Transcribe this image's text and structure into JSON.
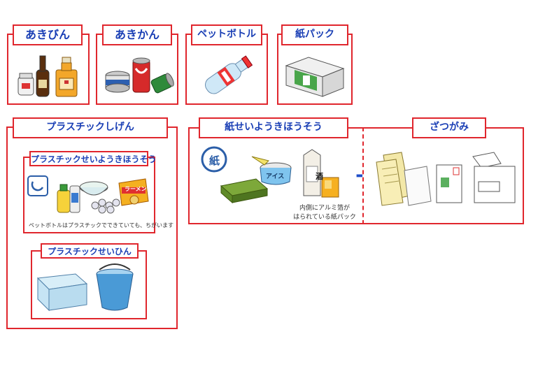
{
  "categories": {
    "aki_bin": {
      "label": "あきびん"
    },
    "aki_kan": {
      "label": "あきかん"
    },
    "pet_bottle": {
      "label": "ペットボトル"
    },
    "kami_pack": {
      "label": "紙パック"
    }
  },
  "plastic_shigen": {
    "label": "プラスチックしげん",
    "container": {
      "label": "プラスチックせいようきほうそう",
      "note": "ペットボトルはプラスチックでできていても、ちがいます",
      "ramen_text": "ラーメン"
    },
    "products": {
      "label": "プラスチックせいひん"
    }
  },
  "paper_container": {
    "label": "紙せいようきほうそう",
    "mark_text": "紙",
    "ice_text": "アイス",
    "sake_text": "酒",
    "note_line1": "内側にアルミ箔が",
    "note_line2": "はられている紙パック"
  },
  "plus_symbol": "+",
  "zatsugami": {
    "label": "ざつがみ"
  },
  "colors": {
    "border": "#e0262d",
    "title": "#1a3fb5",
    "plus": "#1f4ec9"
  }
}
